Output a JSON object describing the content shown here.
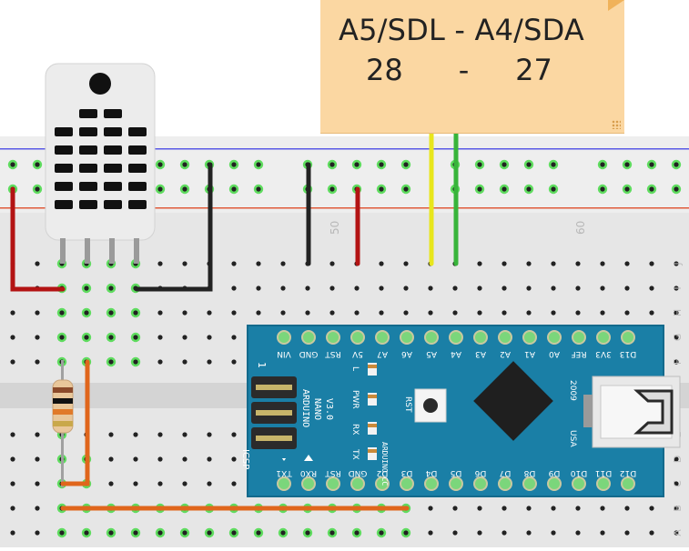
{
  "note": {
    "line1": "A5/SDL - A4/SDA",
    "line2": "28      -     27"
  },
  "breadboard": {
    "column_labels": [
      "50",
      "60"
    ],
    "row_labels": [
      "J",
      "I",
      "H",
      "G",
      "F",
      "E",
      "D",
      "C",
      "B",
      "A"
    ]
  },
  "arduino": {
    "top_pins": [
      "D12",
      "D11",
      "D10",
      "D9",
      "D8",
      "D7",
      "D6",
      "D5",
      "D4",
      "D3",
      "D2",
      "GND",
      "RST",
      "RX0",
      "TX1"
    ],
    "bottom_pins": [
      "VIN",
      "GND",
      "RST",
      "5V",
      "A7",
      "A6",
      "A5",
      "A4",
      "A3",
      "A2",
      "A1",
      "A0",
      "REF",
      "3V3",
      "D13"
    ],
    "board_label_1": "ARDUINO",
    "board_label_2": "NANO",
    "board_label_3": "V3.0",
    "website": "ARDUINO.CC",
    "year": "2009",
    "usa": "USA",
    "icsp": "ICSP",
    "icsp_pin1": "1",
    "led_l": "L",
    "led_pwr": "PWR",
    "led_rx": "RX",
    "led_tx": "TX",
    "rst": "RST"
  },
  "colors": {
    "board": "#1a7fa6",
    "wire_red": "#b31313",
    "wire_black": "#222222",
    "wire_yellow": "#e8e61c",
    "wire_green": "#38b43a",
    "wire_orange": "#e0661c",
    "hole_green": "#5fdc5f",
    "rail_blue": "#5a5ae6",
    "rail_red": "#e05a3a",
    "note_bg": "#fbd7a2"
  }
}
